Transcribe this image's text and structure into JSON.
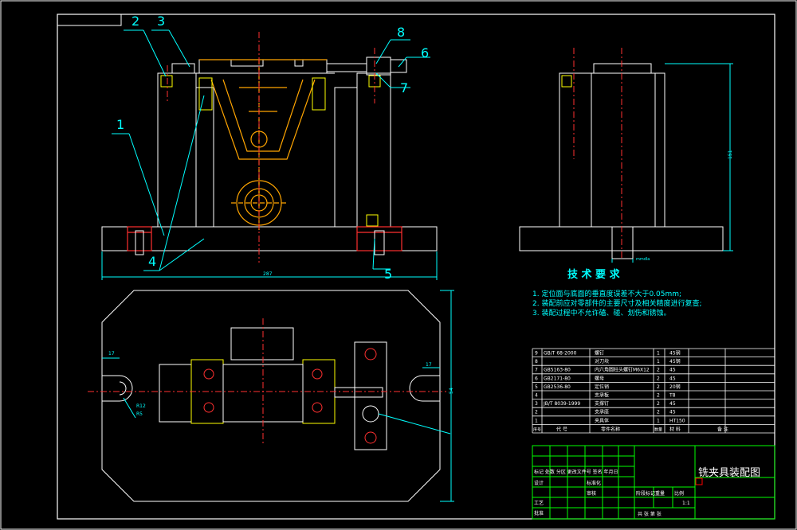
{
  "callouts": {
    "n1": "1",
    "n2": "2",
    "n3": "3",
    "n4": "4",
    "n5": "5",
    "n6": "6",
    "n7": "7",
    "n8": "8"
  },
  "dims": {
    "front_width": "287",
    "side_height": "151",
    "side_base": "mmdla",
    "plan_height": "54",
    "plan_left": "17",
    "plan_right": "17",
    "plan_r1": "R12",
    "plan_r2": "R5"
  },
  "tech": {
    "title": "技 术 要 求",
    "line1": "1. 定位面与底面的垂直度误差不大于0.05mm;",
    "line2": "2. 装配前应对零部件的主要尺寸及相关精度进行复查;",
    "line3": "3. 装配过程中不允许磕、碰、划伤和锈蚀。"
  },
  "bom": {
    "rows": [
      {
        "no": "9",
        "code": "GB/T 68-2000",
        "name": "螺钉",
        "qty": "1",
        "mat": "45钢"
      },
      {
        "no": "8",
        "code": "",
        "name": "对刀块",
        "qty": "1",
        "mat": "45钢"
      },
      {
        "no": "7",
        "code": "GB5163-80",
        "name": "内六角圆柱头螺钉M6X12",
        "qty": "2",
        "mat": "45"
      },
      {
        "no": "6",
        "code": "GB2171-80",
        "name": "螺母",
        "qty": "2",
        "mat": "45"
      },
      {
        "no": "5",
        "code": "GB2536-80",
        "name": "定位销",
        "qty": "2",
        "mat": "20钢"
      },
      {
        "no": "4",
        "code": "",
        "name": "支承板",
        "qty": "2",
        "mat": "T8"
      },
      {
        "no": "3",
        "code": "JB/T 8039-1999",
        "name": "支撑钉",
        "qty": "2",
        "mat": "45"
      },
      {
        "no": "2",
        "code": "",
        "name": "支承座",
        "qty": "2",
        "mat": "45"
      },
      {
        "no": "1",
        "code": "",
        "name": "夹具体",
        "qty": "1",
        "mat": "HT150"
      }
    ],
    "header": {
      "seq": "序号",
      "code": "代 号",
      "name": "零件名称",
      "qty": "数量",
      "mat": "材 料",
      "note": "备 注"
    }
  },
  "title_block": {
    "title": "铣夹具装配图",
    "rev": "标记 处数 分区 更改文件号 签名 年月日",
    "design": "设计",
    "std": "标准化",
    "check": "审核",
    "process": "工艺",
    "approve": "批准",
    "stage": "阶段标记",
    "weight": "重量",
    "scale_label": "比例",
    "scale": "1:1",
    "sheets": "共  张  第  张"
  },
  "colors": {
    "bg": "#000000",
    "frame": "#ffffff",
    "dim": "#00ffff",
    "part": "#ffa500",
    "hatch": "#ffff00",
    "title_grid": "#00ff00",
    "seal": "#ff0000"
  }
}
